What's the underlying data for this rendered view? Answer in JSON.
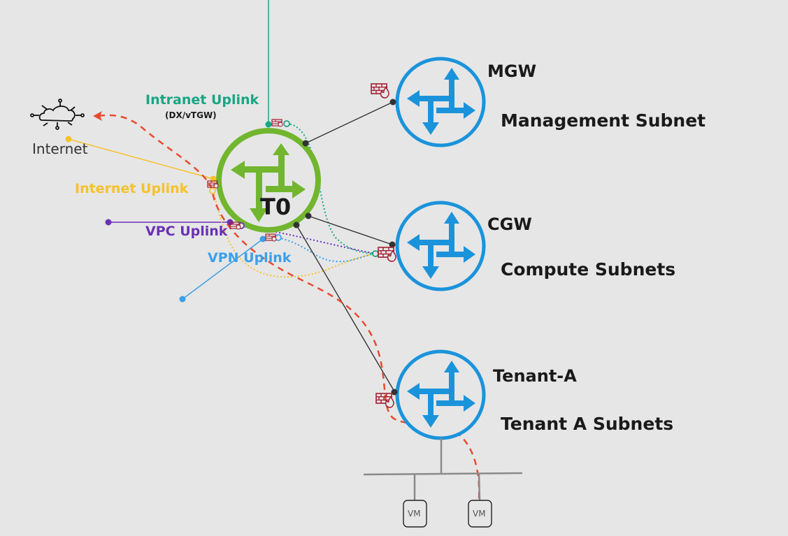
{
  "colors": {
    "background": "#e6e6e6",
    "t0_router": "#71b62e",
    "gateway_router": "#1b93db",
    "intranet": "#1aa584",
    "internet": "#f6c12b",
    "vpc": "#6a32b5",
    "vpn": "#3aa0eb",
    "traffic_path": "#e84a2f",
    "firewall": "#a51c30",
    "link": "#333333",
    "segment": "#8a8a8a"
  },
  "internet": {
    "label": "Internet",
    "icon": "cloud-network-icon"
  },
  "t0": {
    "label": "T0",
    "icon": "router-icon"
  },
  "uplinks": {
    "intranet": {
      "label": "Intranet Uplink",
      "sublabel": "(DX/vTGW)"
    },
    "internet": {
      "label": "Internet Uplink"
    },
    "vpc": {
      "label": "VPC Uplink"
    },
    "vpn": {
      "label": "VPN Uplink"
    }
  },
  "gateways": [
    {
      "name": "MGW",
      "subnet": "Management Subnet",
      "icon": "router-icon",
      "firewall": "firewall-icon"
    },
    {
      "name": "CGW",
      "subnet": "Compute Subnets",
      "icon": "router-icon",
      "firewall": "firewall-icon"
    },
    {
      "name": "Tenant-A",
      "subnet": "Tenant A Subnets",
      "icon": "router-icon",
      "firewall": "firewall-icon"
    }
  ],
  "vms": [
    {
      "label": "VM"
    },
    {
      "label": "VM"
    }
  ]
}
